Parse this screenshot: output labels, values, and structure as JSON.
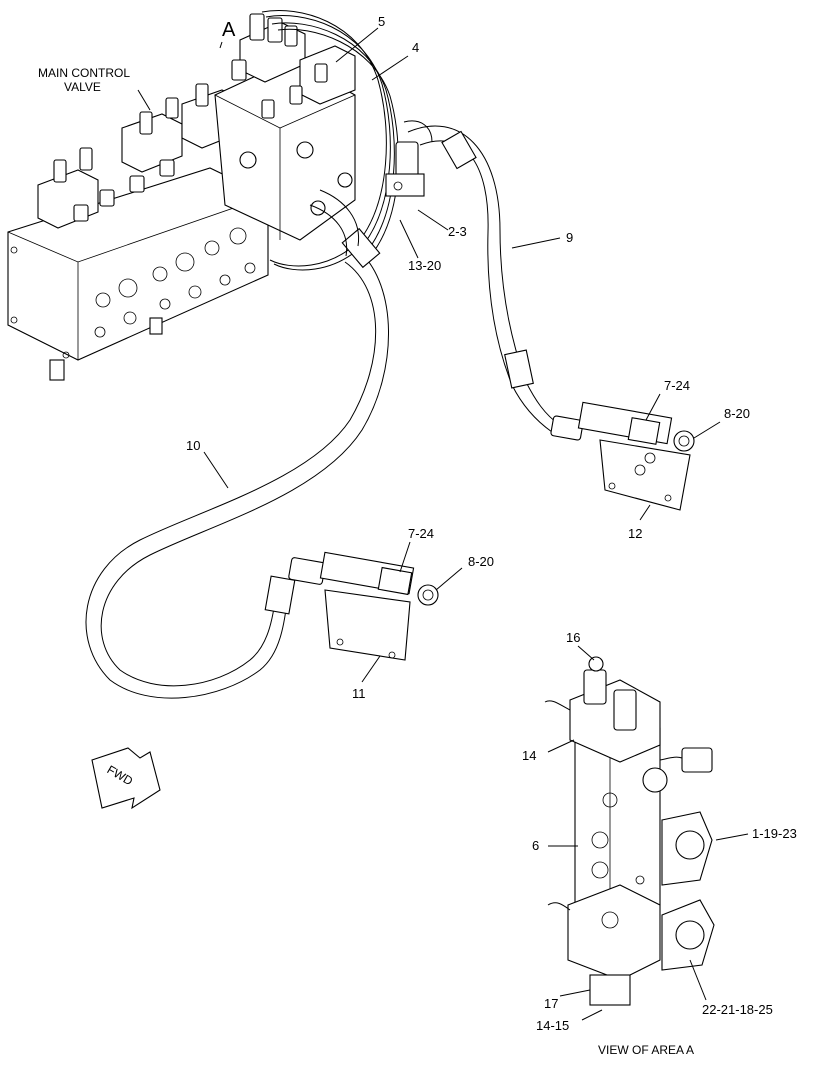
{
  "view_marker": "A",
  "main_valve_label": [
    "MAIN CONTROL",
    "VALVE"
  ],
  "fwd_label": "FWD",
  "view_caption": "VIEW OF AREA A",
  "callouts": {
    "c5": "5",
    "c4": "4",
    "c2_3": "2-3",
    "c13_20": "13-20",
    "c9": "9",
    "c7_24_right": "7-24",
    "c8_20_right": "8-20",
    "c12": "12",
    "c10": "10",
    "c7_24_left": "7-24",
    "c8_20_left": "8-20",
    "c11": "11",
    "c16": "16",
    "c14_top": "14",
    "c6": "6",
    "c1_19_23": "1-19-23",
    "c17": "17",
    "c14_15": "14-15",
    "c22_21_18_25": "22-21-18-25"
  }
}
